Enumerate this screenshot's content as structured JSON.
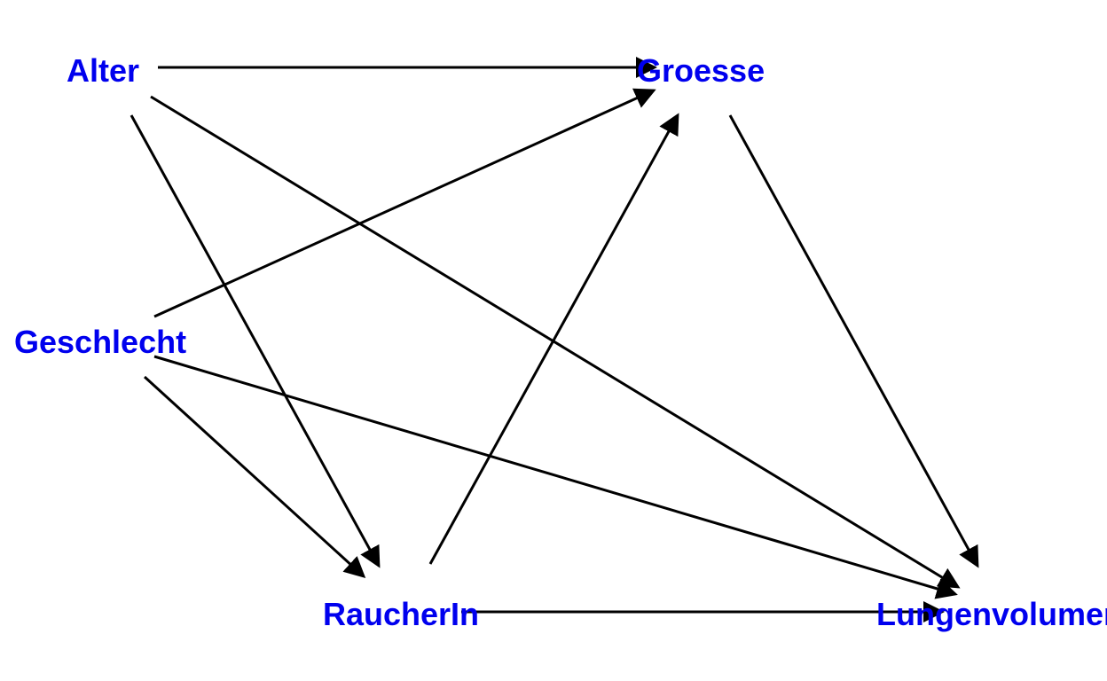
{
  "colors": {
    "label": "#0000ee",
    "edge": "#000000",
    "background": "#ffffff"
  },
  "nodes": [
    {
      "id": "alter",
      "label": "Alter"
    },
    {
      "id": "groesse",
      "label": "Groesse"
    },
    {
      "id": "geschlecht",
      "label": "Geschlecht"
    },
    {
      "id": "raucherin",
      "label": "RaucherIn"
    },
    {
      "id": "lungenvolumen",
      "label": "Lungenvolumen"
    }
  ],
  "edges": [
    {
      "from": "alter",
      "to": "groesse"
    },
    {
      "from": "alter",
      "to": "raucherin"
    },
    {
      "from": "alter",
      "to": "lungenvolumen"
    },
    {
      "from": "geschlecht",
      "to": "groesse"
    },
    {
      "from": "geschlecht",
      "to": "raucherin"
    },
    {
      "from": "geschlecht",
      "to": "lungenvolumen"
    },
    {
      "from": "raucherin",
      "to": "groesse"
    },
    {
      "from": "raucherin",
      "to": "lungenvolumen"
    },
    {
      "from": "groesse",
      "to": "lungenvolumen"
    }
  ]
}
